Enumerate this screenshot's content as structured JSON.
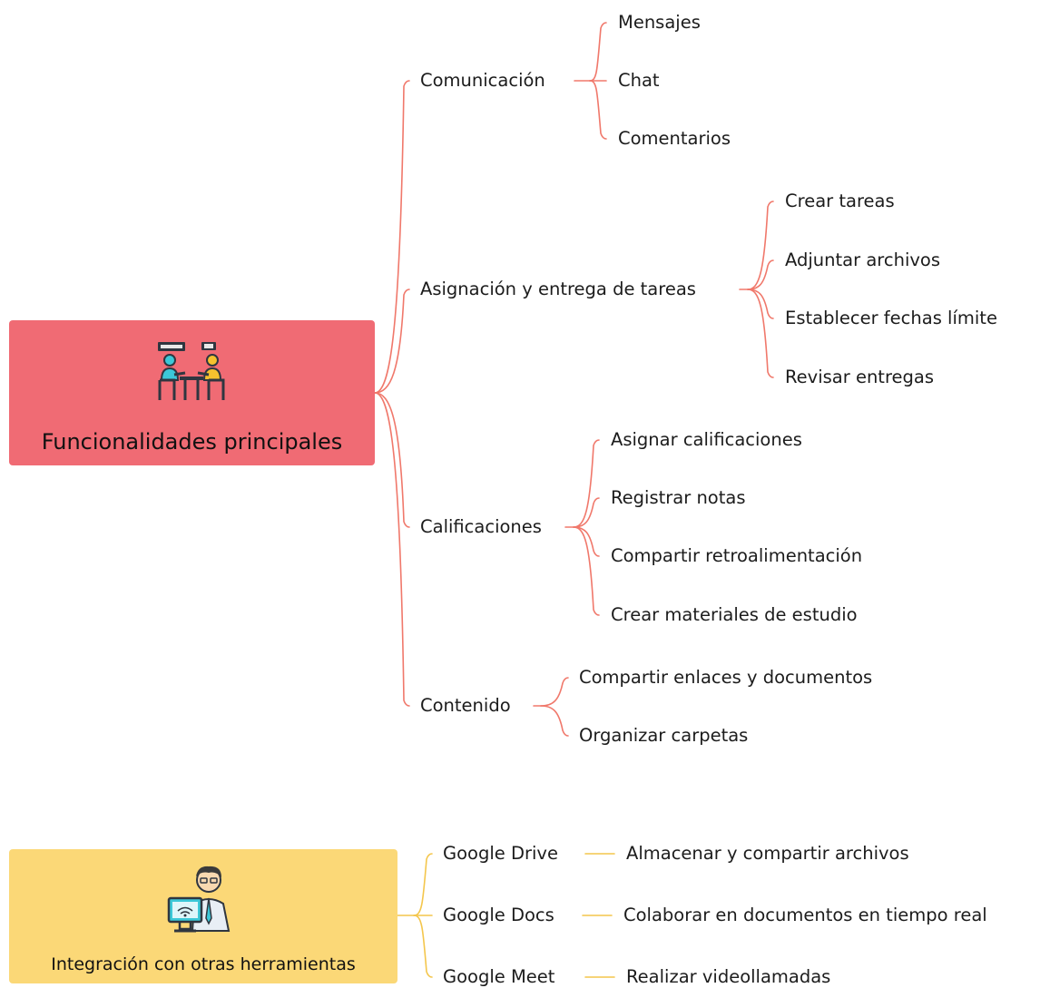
{
  "colors": {
    "branch_red": "#f0786b",
    "branch_yellow": "#f4c64c",
    "root1_fill": "#f06b74",
    "root2_fill": "#fbd877"
  },
  "icons": {
    "root1": "classroom-meeting-icon",
    "root2": "computer-user-icon"
  },
  "maps": [
    {
      "root": "Funcionalidades principales",
      "branches": [
        {
          "label": "Comunicación",
          "children": [
            "Mensajes",
            "Chat",
            "Comentarios"
          ]
        },
        {
          "label": "Asignación y entrega de tareas",
          "children": [
            "Crear tareas",
            "Adjuntar archivos",
            "Establecer fechas límite",
            "Revisar entregas"
          ]
        },
        {
          "label": "Calificaciones",
          "children": [
            "Asignar calificaciones",
            "Registrar notas",
            "Compartir retroalimentación",
            "Crear materiales de estudio"
          ]
        },
        {
          "label": "Contenido",
          "children": [
            "Compartir enlaces y documentos",
            "Organizar carpetas"
          ]
        }
      ]
    },
    {
      "root": "Integración con otras herramientas",
      "branches": [
        {
          "label": "Google Drive",
          "children": [
            "Almacenar y compartir archivos"
          ]
        },
        {
          "label": "Google Docs",
          "children": [
            "Colaborar en documentos en tiempo real"
          ]
        },
        {
          "label": "Google Meet",
          "children": [
            "Realizar videollamadas"
          ]
        }
      ]
    }
  ]
}
